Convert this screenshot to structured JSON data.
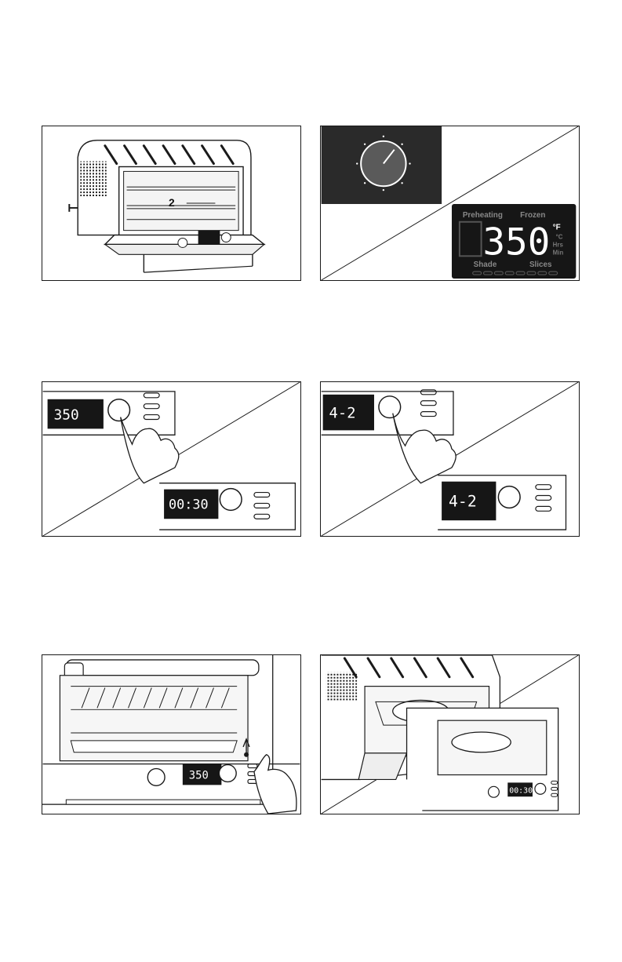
{
  "panels": {
    "p1": {
      "rack_label": "2"
    },
    "p2": {
      "display_temp": "350",
      "unit_f": "°F",
      "unit_c": "°C",
      "unit_hrs": "Hrs",
      "unit_min": "Min",
      "label_preheating": "Preheating",
      "label_frozen": "Frozen",
      "label_shade": "Shade",
      "label_slices": "Slices"
    },
    "p3": {
      "display_top": "350",
      "display_bottom": "00:30"
    },
    "p4": {
      "display_top": "4-2",
      "display_bottom": "4-2"
    },
    "p5": {
      "display": "350"
    },
    "p6": {
      "display": "00:30"
    }
  },
  "colors": {
    "line": "#1a1a1a",
    "display_bg": "#161616",
    "dial_panel_bg": "#2a2a2a",
    "dial": "#5a5a5a"
  }
}
